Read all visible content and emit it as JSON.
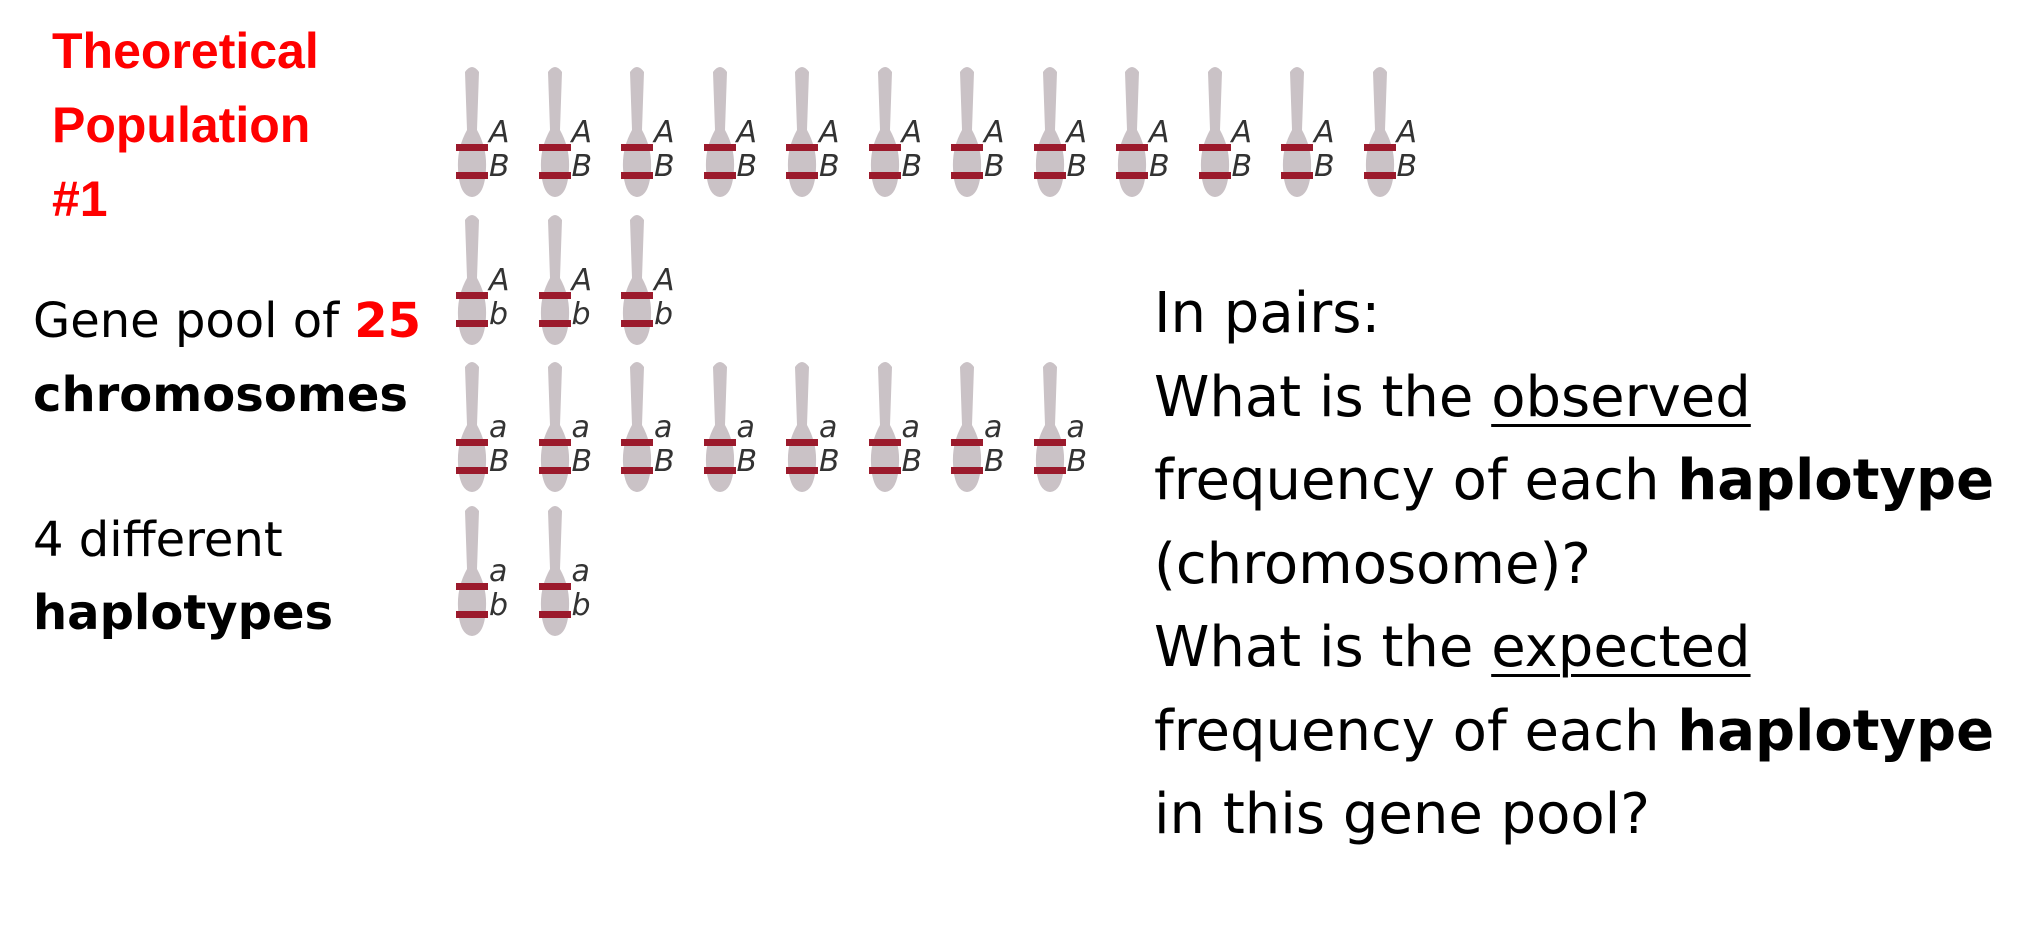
{
  "title_lines": [
    "Theoretical",
    "Population",
    "#1"
  ],
  "gene_pool": {
    "prefix": "Gene pool of",
    "count": "25",
    "suffix": "chromosomes"
  },
  "haplotype_info": {
    "prefix": "4 different",
    "suffix": "haplotypes"
  },
  "chromosome_groups": [
    {
      "allele_1": "A",
      "allele_2": "B",
      "count": 12
    },
    {
      "allele_1": "A",
      "allele_2": "b",
      "count": 3
    },
    {
      "allele_1": "a",
      "allele_2": "B",
      "count": 8
    },
    {
      "allele_1": "a",
      "allele_2": "b",
      "count": 2
    }
  ],
  "colors": {
    "title": "#ff0000",
    "chromosome_body": "#cac2c6",
    "chromosome_band": "#9b1a2c"
  },
  "question": {
    "intro": "In pairs:",
    "q1_a": "What is the",
    "q1_u": "observed",
    "q1_b": "frequency of each",
    "q1_bold": "haplotype",
    "q1_c": "(chromosome)?",
    "q2_a": "What is the",
    "q2_u": "expected",
    "q2_b": "frequency of each",
    "q2_bold": "haplotype",
    "q2_c": "in this gene pool?"
  }
}
